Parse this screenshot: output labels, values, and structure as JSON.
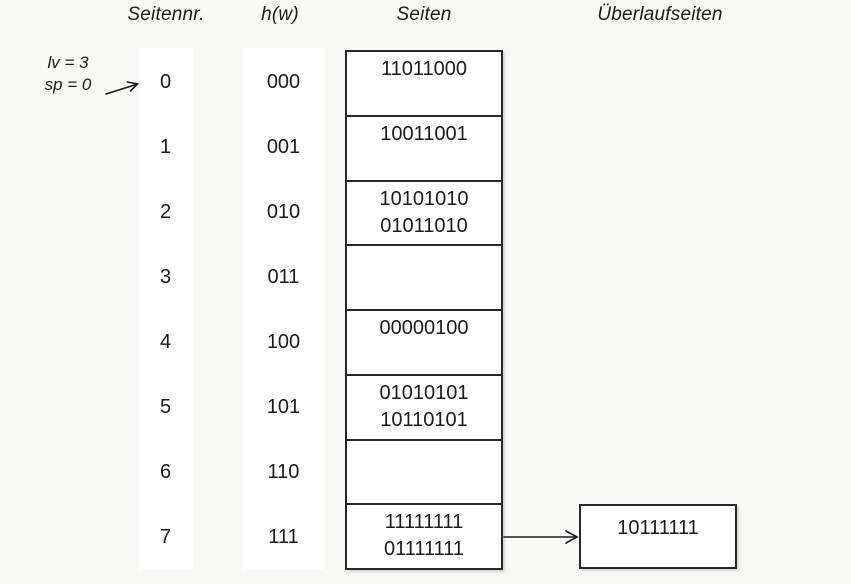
{
  "headers": {
    "seitennr": "Seitennr.",
    "hw": "h(w)",
    "seiten": "Seiten",
    "ueberlauf": "Überlaufseiten"
  },
  "annotation": {
    "line1": "lv = 3",
    "line2": "sp = 0",
    "points_to_row": "0"
  },
  "rows": [
    {
      "nr": "0",
      "hash": "000",
      "line1": "11011000",
      "line2": ""
    },
    {
      "nr": "1",
      "hash": "001",
      "line1": "10011001",
      "line2": ""
    },
    {
      "nr": "2",
      "hash": "010",
      "line1": "10101010",
      "line2": "01011010"
    },
    {
      "nr": "3",
      "hash": "011",
      "line1": "",
      "line2": ""
    },
    {
      "nr": "4",
      "hash": "100",
      "line1": "00000100",
      "line2": ""
    },
    {
      "nr": "5",
      "hash": "101",
      "line1": "01010101",
      "line2": "10110101"
    },
    {
      "nr": "6",
      "hash": "110",
      "line1": "",
      "line2": ""
    },
    {
      "nr": "7",
      "hash": "111",
      "line1": "11111111",
      "line2": "01111111"
    }
  ],
  "overflow": {
    "value": "10111111",
    "attached_to_row": "7"
  },
  "colors": {
    "background": "#f8f8f7",
    "cell_fill": "#ffffff",
    "border": "#282828",
    "text": "#1b1b1b"
  }
}
